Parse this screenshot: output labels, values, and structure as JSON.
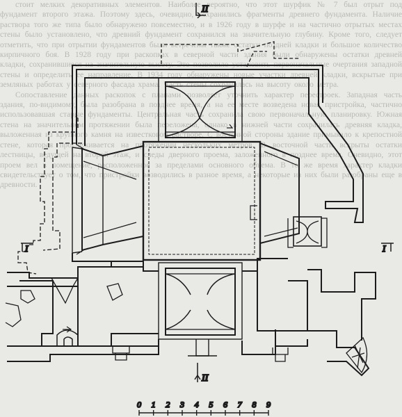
{
  "page_text": [
    "стоит мелких декоративных элементов. Наиболее вероятно, что этот шурфик № 7 был отрыт под фундамент второго этажа. Поэтому здесь, очевидно, сохранились фрагменты древнего фундамента. Наличие раствора того же типа было обнаружено повсеместно, и в 1926 году в шурфе и на частично отрытых местах стены было установлено, что древний фундамент сохранился на значительную глубину. Кроме того, следует отметить, что при отрытии фундаментов были встречены также остатки поздней кладки и большое количество кирпичного боя. В 1928 году при раскопках в северной части здания были обнаружены остатки древней кладки, сохранившиеся на значительную высоту. Это позволило установить первоначальные очертания западной стены и определить ее направление. В 1934 году обнаружены новые участки древней кладки, вскрытые при земляных работах у северного фасада храма. Часть стены сохранилась на высоту около метра.",
    "Сопоставление данных раскопок с планами позволяет уточнить характер перестроек. Западная часть здания, по-видимому, была разобрана в позднее время, а на ее месте возведена новая пристройка, частично использовавшая старые фундаменты. Центральная часть сохранила свою первоначальную планировку. Южная стена на значительном протяжении была переложена, однако в нижней части сохранилась древняя кладка, выложенная из крупного камня на известковом растворе. С восточной стороны здание примыкало к крепостной стене, которая прослеживается на протяжении нескольких метров. В восточной части вскрыты остатки лестницы, ведущей на второй этаж, и следы дверного проема, заложенного в позднее время. Очевидно, этот проем вел в помещение, расположенное за пределами основного объема. В то же время характер кладки свидетельствует о том, что пристройки возводились в разное время, а некоторые из них были разобраны еще в древности."
  ],
  "diagram": {
    "section_marks": {
      "top": "II",
      "bottom": "II",
      "left": "I",
      "right": "I"
    },
    "scale_bar": {
      "labels": [
        "0",
        "1",
        "2",
        "3",
        "4",
        "5",
        "6",
        "7",
        "8",
        "9"
      ]
    }
  }
}
